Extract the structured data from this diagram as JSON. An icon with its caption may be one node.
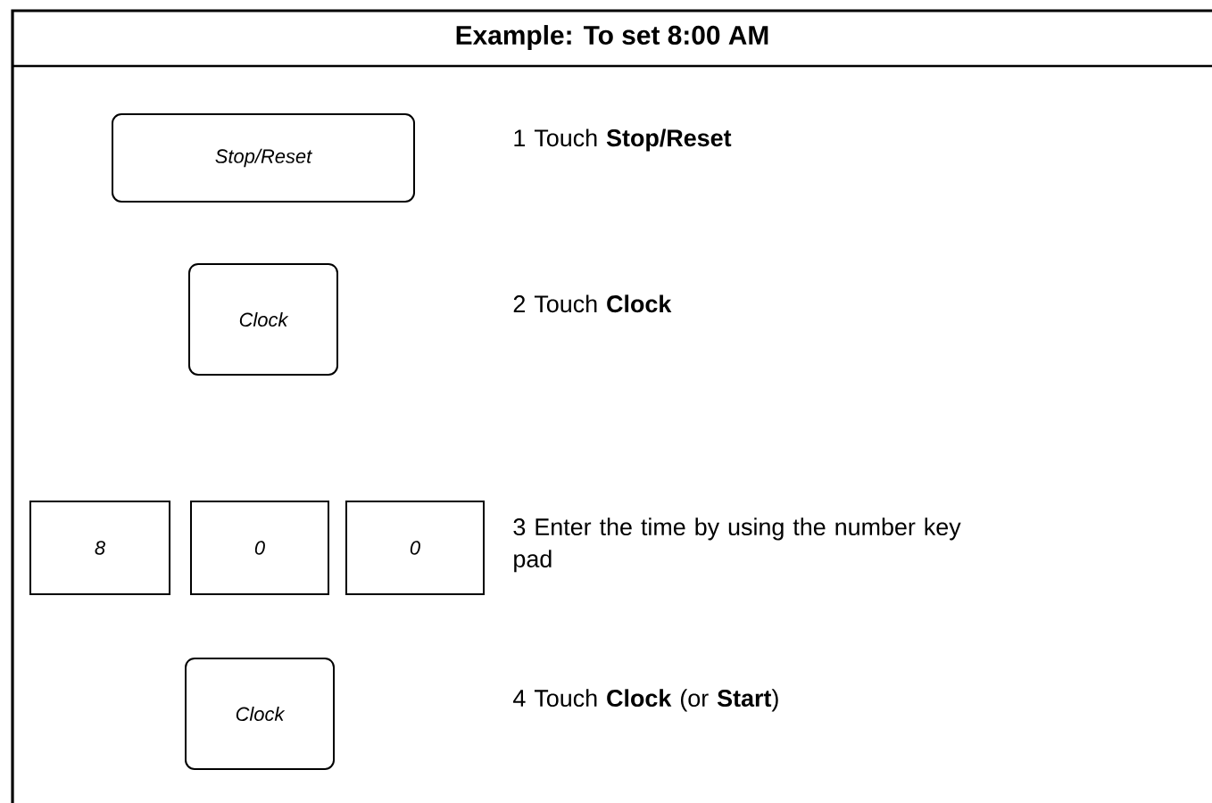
{
  "diagram": {
    "title": "Example: To set 8:00 AM",
    "nodes": [
      {
        "text": [
          "Stop/Reset"
        ]
      },
      {
        "text": [
          "Clock"
        ]
      },
      {
        "text": [
          "8"
        ]
      },
      {
        "text": [
          "0"
        ]
      },
      {
        "text": [
          "0"
        ]
      },
      {
        "text": [
          "Clock"
        ]
      }
    ],
    "labels": [
      "1 Touch **Stop/Reset**",
      "2 Touch **Clock**",
      "3 Enter the time by using the number key pad",
      "4 Touch **Clock** (or **Start**)"
    ]
  }
}
